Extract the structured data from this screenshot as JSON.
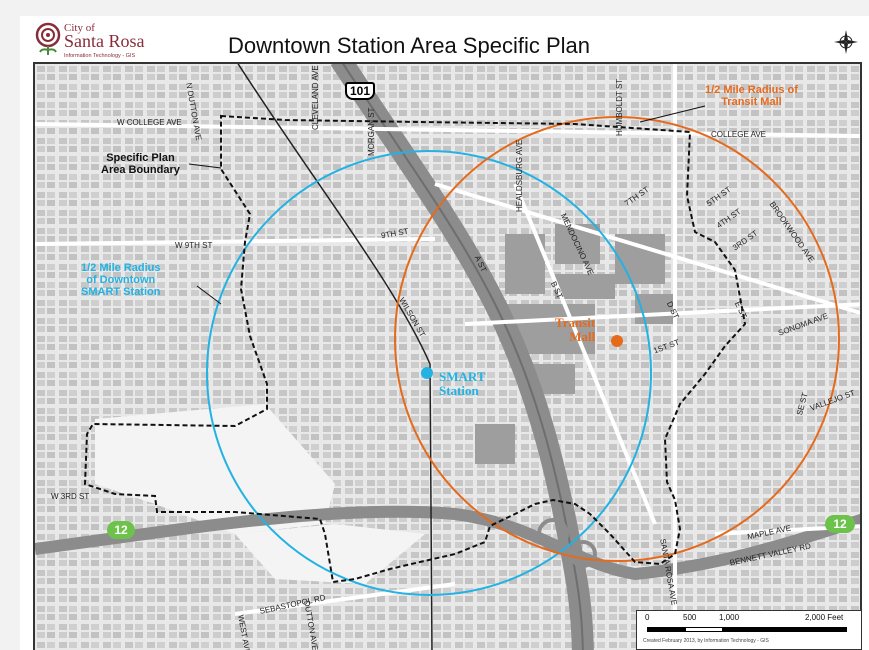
{
  "header": {
    "logo_city_of": "City of",
    "logo_city_name": "Santa Rosa",
    "logo_department": "Information Technology - GIS",
    "title": "Downtown Station Area Specific Plan"
  },
  "map": {
    "streets": {
      "n_dutton_ave": "N DUTTON AVE",
      "cleveland_ave": "CLEVELAND AVE",
      "morgan_st": "MORGAN ST",
      "humboldt_st": "HUMBOLDT ST",
      "w_college_ave": "W COLLEGE AVE",
      "college_ave": "COLLEGE AVE",
      "healdsburg_ave": "HEALDSBURG AVE",
      "w_9th_st": "W 9TH ST",
      "ninth_st": "9TH ST",
      "seventh_st": "7TH ST",
      "fifth_st": "5TH ST",
      "fourth_st": "4TH ST",
      "third_st": "3RD ST",
      "brookwood_ave": "BROOKWOOD AVE",
      "mendocino_ave": "MENDOCINO AVE",
      "a_st": "A ST",
      "b_st": "B ST",
      "d_st": "D ST",
      "e_st": "E ST",
      "first_st": "1ST ST",
      "sonoma_ave": "SONOMA AVE",
      "wilson_st": "WILSON ST",
      "se_st": "SE ST",
      "vallejo_st": "VALLEJO ST",
      "w_3rd_st": "W 3RD ST",
      "maple_ave": "MAPLE AVE",
      "bennett_valley_rd": "BENNETT VALLEY RD",
      "santa_rosa_ave": "SANTA ROSA AVE",
      "sebastopol_rd": "SEBASTOPOL RD",
      "dutton_ave": "DUTTON AVE",
      "west_ave": "WEST AVE"
    },
    "highways": {
      "us_101": "101",
      "ca_12_left": "12",
      "ca_12_right": "12"
    },
    "annotations": {
      "specific_plan_boundary": "Specific Plan\nArea Boundary",
      "radius_smart": "1/2 Mile Radius\nof Downtown\nSMART Station",
      "radius_transit": "1/2 Mile Radius of\nTransit Mall",
      "smart_station": "SMART\nStation",
      "transit_mall": "Transit\nMall"
    },
    "colors": {
      "smart_circle": "#22b2e3",
      "transit_circle": "#e56a1c",
      "boundary": "#111111",
      "highway_shield": "#6cc24a"
    },
    "scale": {
      "ticks": [
        "0",
        "500",
        "1,000",
        "2,000 Feet"
      ],
      "credit": "Created February 2013, by Information Technology - GIS"
    }
  }
}
